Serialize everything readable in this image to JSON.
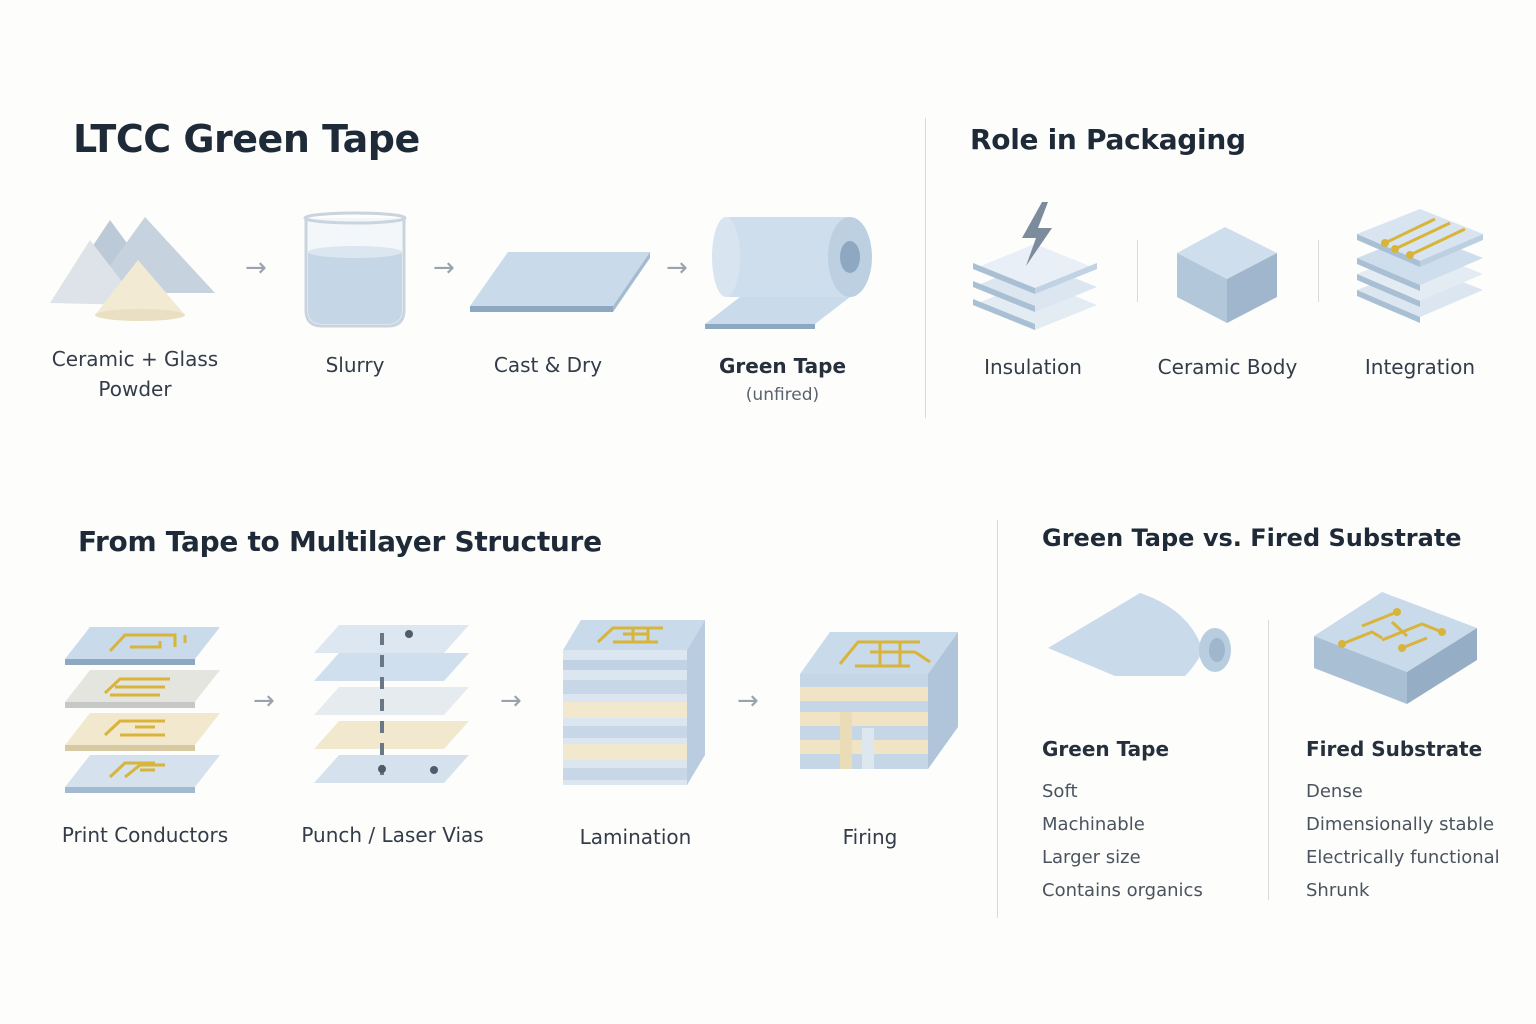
{
  "top_left": {
    "title": "LTCC Green Tape",
    "steps": [
      {
        "label_line1": "Ceramic + Glass",
        "label_line2": "Powder"
      },
      {
        "label": "Slurry"
      },
      {
        "label": "Cast & Dry"
      },
      {
        "label": "Green Tape",
        "sublabel": "(unfired)"
      }
    ],
    "arrow": "→"
  },
  "top_right": {
    "title": "Role in Packaging",
    "items": [
      {
        "label": "Insulation",
        "icon": "lightning-stack-icon"
      },
      {
        "label": "Ceramic Body",
        "icon": "cube-icon"
      },
      {
        "label": "Integration",
        "icon": "circuit-stack-icon"
      }
    ]
  },
  "bottom_left": {
    "title": "From Tape to Multilayer Structure",
    "steps": [
      {
        "label": "Print Conductors"
      },
      {
        "label": "Punch / Laser Vias"
      },
      {
        "label": "Lamination"
      },
      {
        "label": "Firing"
      }
    ],
    "arrow": "→"
  },
  "bottom_right": {
    "title": "Green Tape vs. Fired Substrate",
    "green": {
      "heading": "Green Tape",
      "props": [
        "Soft",
        "Machinable",
        "Larger size",
        "Contains organics"
      ]
    },
    "fired": {
      "heading": "Fired Substrate",
      "props": [
        "Dense",
        "Dimensionally stable",
        "Electrically functional",
        "Shrunk"
      ]
    }
  },
  "colors": {
    "tape_blue": "#c9daea",
    "tape_edge": "#8fa8c2",
    "cream": "#f0e4c4",
    "gold": "#d9b43a",
    "text": "#1f2a38"
  }
}
